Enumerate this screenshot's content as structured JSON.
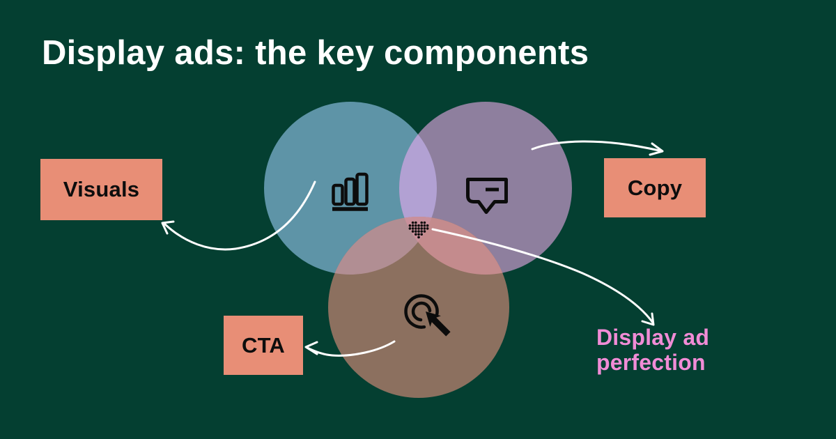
{
  "title": "Display ads: the key components",
  "labels": {
    "visuals": "Visuals",
    "copy": "Copy",
    "cta": "CTA",
    "caption": "Display ad perfection"
  },
  "diagram": {
    "type": "venn",
    "circles": [
      {
        "label": "Visuals",
        "icon": "bar-chart-icon",
        "color": "#5E94A7"
      },
      {
        "label": "Copy",
        "icon": "speech-bubble-icon",
        "color": "#8E7F9E"
      },
      {
        "label": "CTA",
        "icon": "click-cursor-icon",
        "color": "#8C705F"
      }
    ],
    "center": {
      "label": "Display ad perfection",
      "icon": "pixel-heart-icon"
    }
  },
  "colors": {
    "background": "#043F31",
    "title_text": "#FFFFFF",
    "label_box": "#E88E76",
    "label_text": "#0D0D0D",
    "caption_text": "#F18CD6",
    "arrow": "#FFFFFF",
    "icon": "#0C0C0C",
    "circle_visuals": "#5E94A7",
    "circle_copy": "#8E7F9E",
    "circle_cta": "#8C705F",
    "overlap_visuals_copy": "#B2A1D3",
    "overlap_visuals_cta": "#B18E93",
    "overlap_copy_cta": "#C48B8D",
    "overlap_center": "#C9909B"
  }
}
